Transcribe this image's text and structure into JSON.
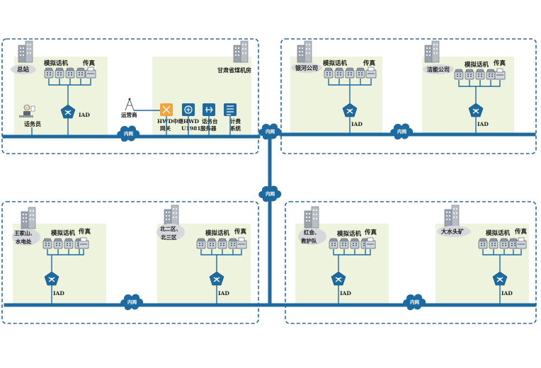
{
  "regions": [
    {
      "site_label": "总站",
      "phone_label": "模拟话机",
      "fax_label": "传真",
      "iad_label": "IAD",
      "operator_label": "话务员",
      "room_label": "甘肃省煤机房",
      "carrier_label": "运营商",
      "devices": [
        {
          "label_lines": [
            "HWD中继",
            "网关"
          ]
        },
        {
          "label_lines": [
            "HWD",
            "U1981"
          ]
        },
        {
          "label_lines": [
            "话务台",
            "服务器"
          ]
        },
        {
          "label_lines": [
            "计费",
            "系统"
          ]
        }
      ],
      "network_label": "内网"
    },
    {
      "sites": [
        {
          "name": "银河公司",
          "phone_label": "模拟话机",
          "fax_label": "传真",
          "iad_label": "IAD"
        },
        {
          "name": "洁能公司",
          "phone_label": "模拟话机",
          "fax_label": "传真",
          "iad_label": "IAD"
        }
      ],
      "network_label": "内网"
    },
    {
      "sites": [
        {
          "name_lines": [
            "王家山、",
            "水电处"
          ],
          "phone_label": "模拟话机",
          "fax_label": "传真",
          "iad_label": "IAD"
        },
        {
          "name_lines": [
            "北二区、",
            "北三区"
          ],
          "phone_label": "模拟话机",
          "fax_label": "传真",
          "iad_label": "IAD"
        }
      ],
      "network_label": "内网"
    },
    {
      "sites": [
        {
          "name_lines": [
            "红会、",
            "救护队"
          ],
          "phone_label": "模拟话机",
          "fax_label": "传真",
          "iad_label": "IAD"
        },
        {
          "name_lines": [
            "大水头矿"
          ],
          "phone_label": "模拟话机",
          "fax_label": "传真",
          "iad_label": "IAD"
        }
      ],
      "network_label": "内网"
    }
  ],
  "backbone_labels": [
    "内网",
    "内网"
  ],
  "colors": {
    "dashed_border": "#2a6aa0",
    "bus": "#1d6aa1",
    "pad": "#eef3dd",
    "gateway": "#f2a43a"
  }
}
